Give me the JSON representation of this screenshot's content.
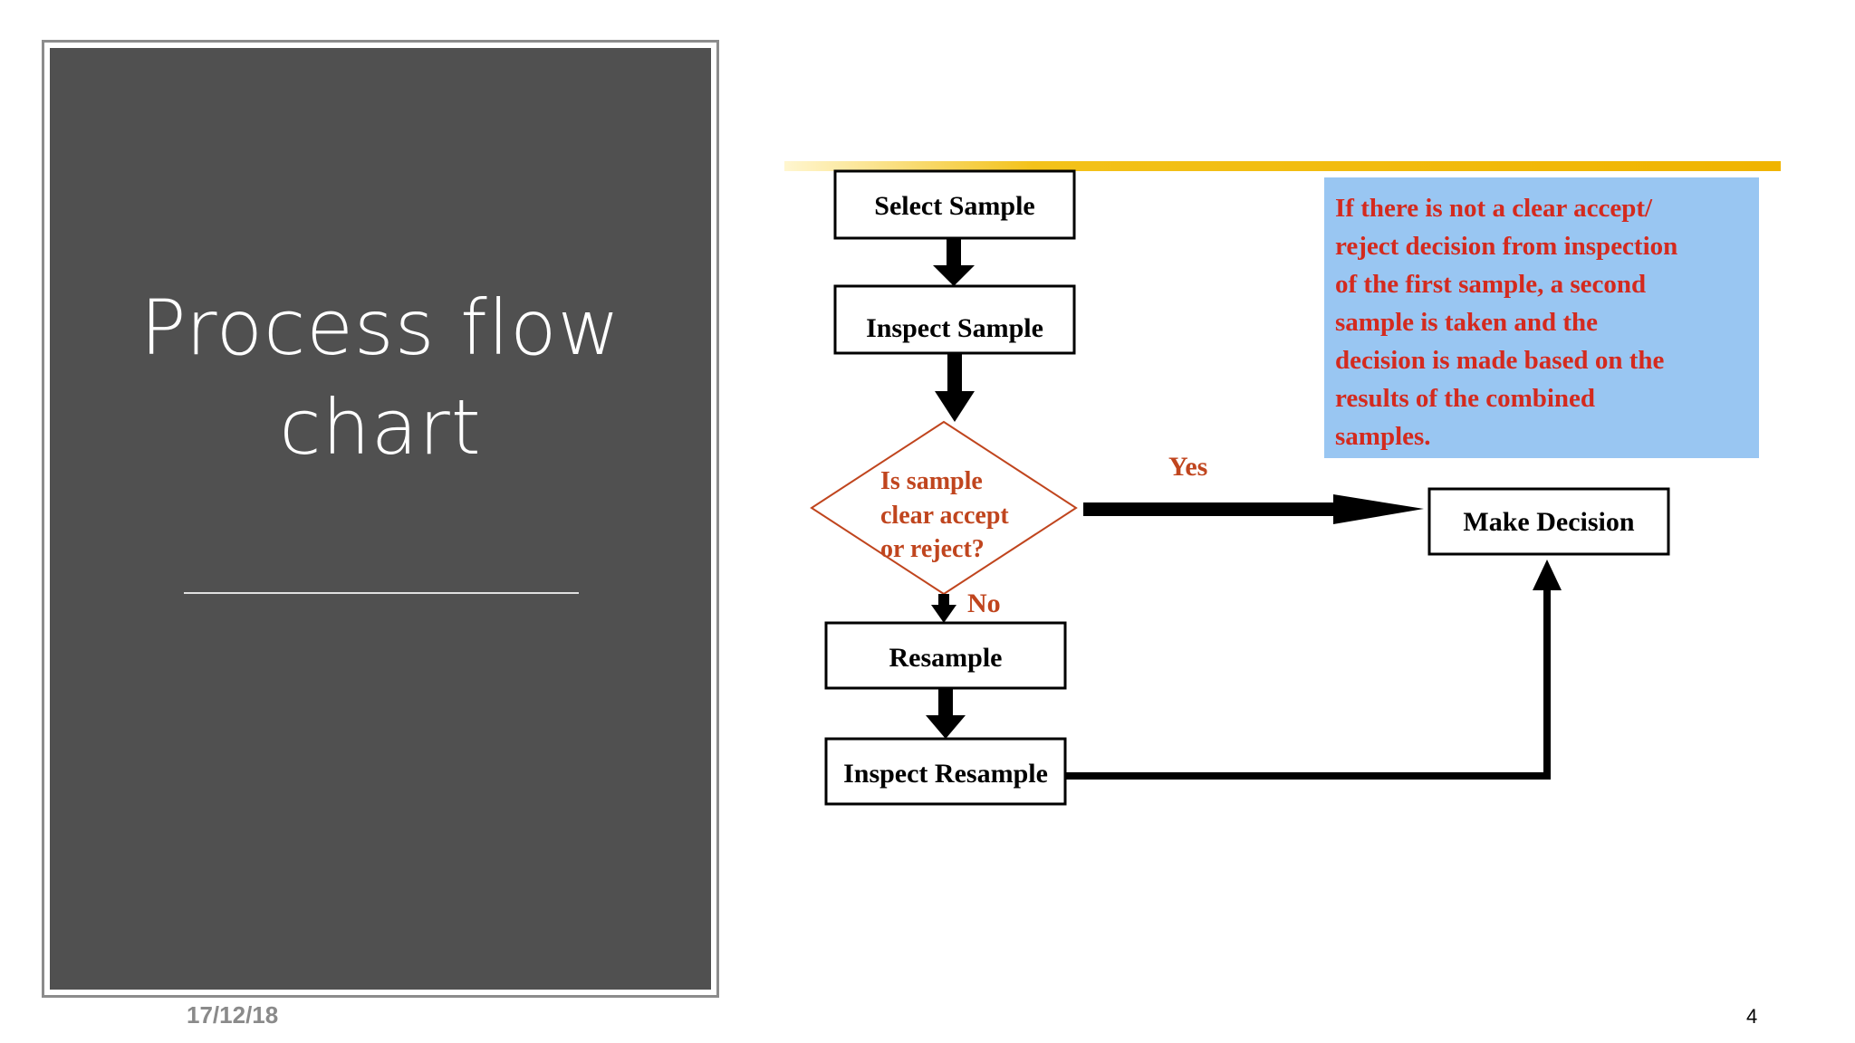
{
  "slide": {
    "title_line1": "Process flow",
    "title_line2": "chart",
    "date": "17/12/18",
    "page_number": "4"
  },
  "flowchart": {
    "nodes": {
      "select_sample": "Select Sample",
      "inspect_sample": "Inspect Sample",
      "decision_line1": "Is sample",
      "decision_line2": "clear accept",
      "decision_line3": "or reject?",
      "resample": "Resample",
      "inspect_resample": "Inspect Resample",
      "make_decision": "Make Decision"
    },
    "edge_labels": {
      "yes": "Yes",
      "no": "No"
    },
    "note_lines": [
      "If there is not a clear accept/",
      "reject decision from inspection",
      "of the first sample, a second",
      "sample is taken and the",
      "decision is made based on the",
      "results of the combined",
      "samples."
    ]
  },
  "colors": {
    "title_panel": "#505050",
    "note_background": "#99c6f2",
    "note_text": "#d42a1e",
    "decision_text": "#c0451e",
    "arrow": "#000000",
    "top_banner": "#f0b400"
  }
}
